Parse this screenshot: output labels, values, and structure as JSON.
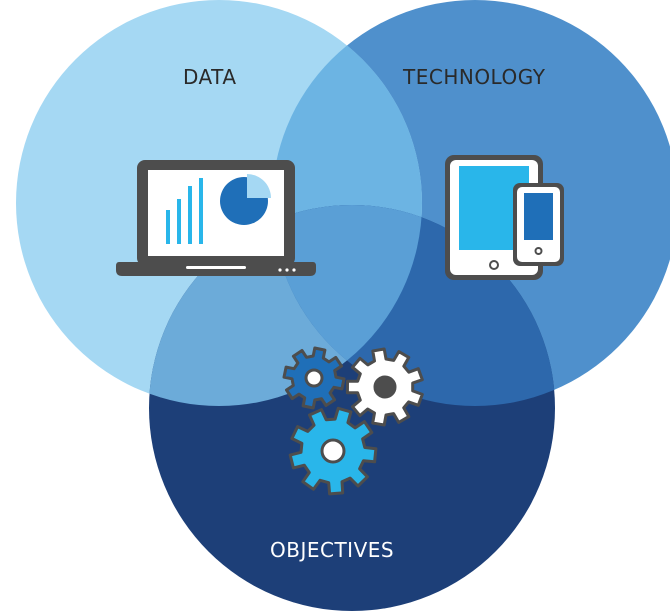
{
  "circles": [
    {
      "name": "data",
      "label": "DATA"
    },
    {
      "name": "technology",
      "label": "TECHNOLOGY"
    },
    {
      "name": "objectives",
      "label": "OBJECTIVES"
    }
  ],
  "colors": {
    "data_circle": "#a5d8f3",
    "technology_circle": "#4f90cc",
    "objectives_circle": "#1d3f78",
    "accent_light": "#29b6ea",
    "icon_dark": "#4d4d4d",
    "chart_blue": "#1f6fb8"
  },
  "icons": [
    "laptop-chart-icon",
    "tablet-phone-icon",
    "gears-icon"
  ]
}
